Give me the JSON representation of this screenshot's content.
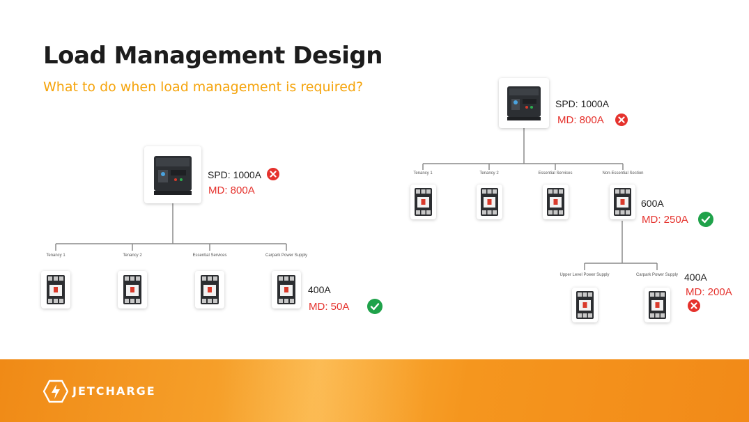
{
  "slide": {
    "title": "Load Management Design",
    "subtitle": "What to do when load management is required?",
    "brand": "JETCHARGE"
  },
  "colors": {
    "accent": "#f5a40c",
    "red": "#e5322d",
    "green": "#1fa24a",
    "footer": "#f39020"
  },
  "left": {
    "main": {
      "spd": "SPD: 1000A",
      "md": "MD: 800A",
      "status": "cross"
    },
    "branches": [
      {
        "label": "Tenancy 1"
      },
      {
        "label": "Tenancy 2"
      },
      {
        "label": "Essential Services"
      },
      {
        "label": "Carpark Power Supply",
        "rating": "400A",
        "md": "MD: 50A",
        "status": "check"
      }
    ]
  },
  "right": {
    "main": {
      "spd": "SPD: 1000A",
      "md": "MD: 800A",
      "status": "cross"
    },
    "branches": [
      {
        "label": "Tenancy 1"
      },
      {
        "label": "Tenancy 2"
      },
      {
        "label": "Essential Services"
      },
      {
        "label": "Non-Essential Section",
        "rating": "600A",
        "md": "MD: 250A",
        "status": "check"
      }
    ],
    "sub_branches": [
      {
        "label": "Upper Level Power Supply"
      },
      {
        "label": "Carpark Power Supply",
        "rating": "400A",
        "md": "MD: 200A",
        "status": "cross"
      }
    ]
  },
  "icons": {
    "acb": "air-circuit-breaker-icon",
    "mccb": "moulded-case-breaker-icon",
    "ok": "check-circle-icon",
    "fail": "cross-circle-icon",
    "logo": "jetcharge-logo-icon"
  }
}
